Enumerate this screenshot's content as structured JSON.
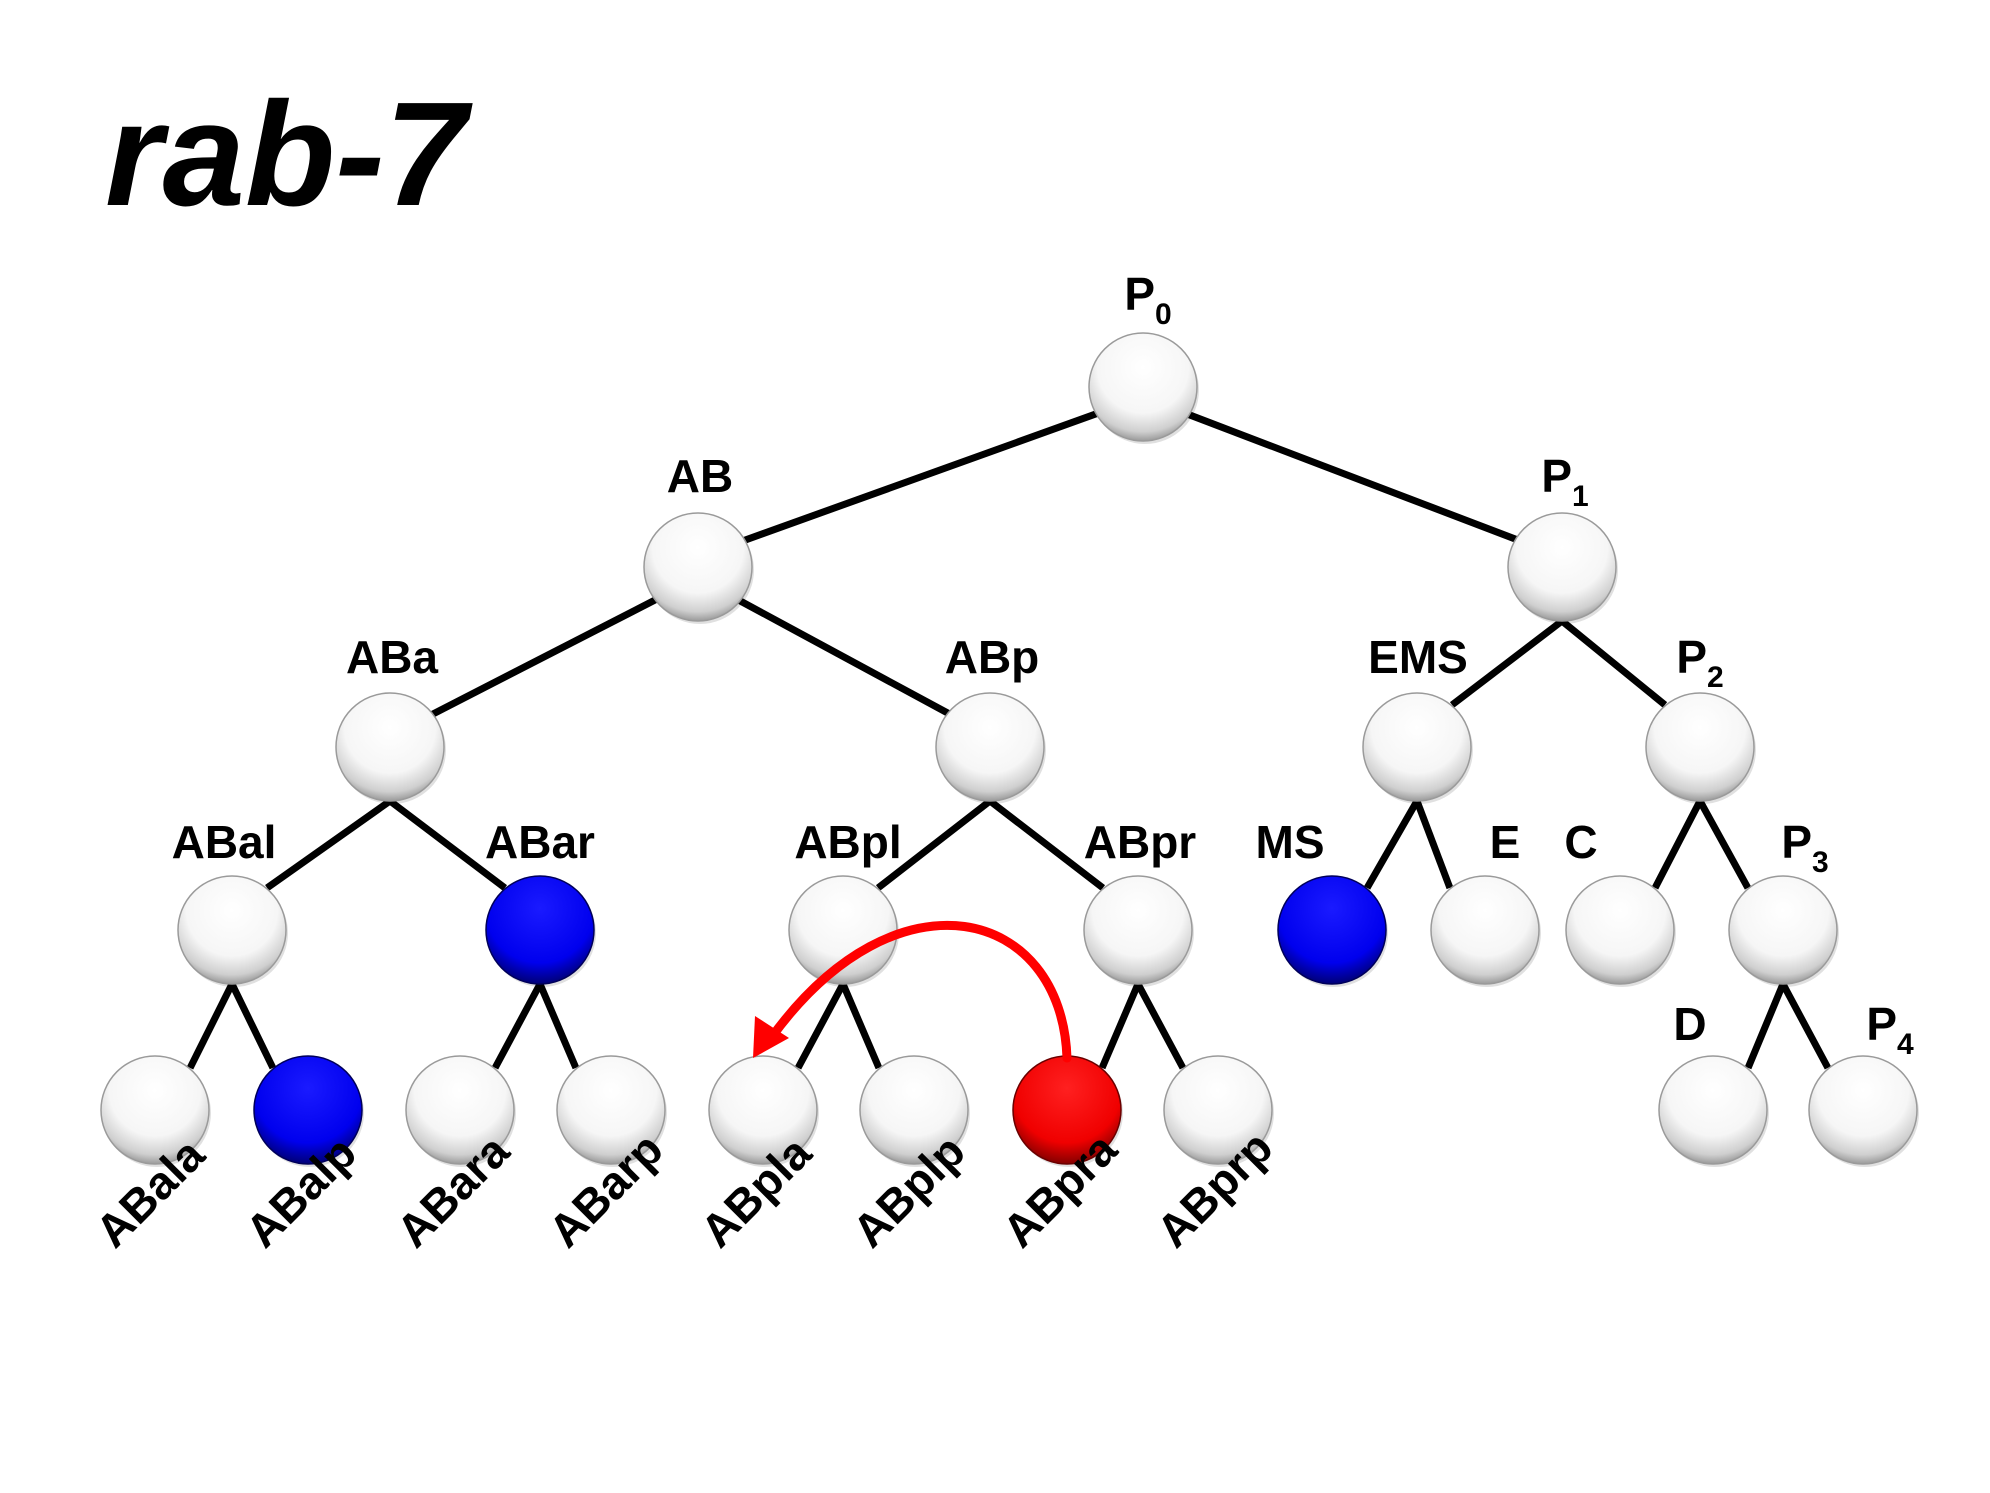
{
  "title": "rab-7",
  "colors": {
    "white_cell": "#ffffff",
    "blue_cell": "#0000ff",
    "red_cell": "#ff0000",
    "arrow": "#ff0000",
    "line": "#000000"
  },
  "cells": [
    {
      "id": "P0",
      "label": "P",
      "sub": "0",
      "fill": "white"
    },
    {
      "id": "AB",
      "label": "AB",
      "sub": "",
      "fill": "white"
    },
    {
      "id": "P1",
      "label": "P",
      "sub": "1",
      "fill": "white"
    },
    {
      "id": "ABa",
      "label": "ABa",
      "sub": "",
      "fill": "white"
    },
    {
      "id": "ABp",
      "label": "ABp",
      "sub": "",
      "fill": "white"
    },
    {
      "id": "EMS",
      "label": "EMS",
      "sub": "",
      "fill": "white"
    },
    {
      "id": "P2",
      "label": "P",
      "sub": "2",
      "fill": "white"
    },
    {
      "id": "ABal",
      "label": "ABal",
      "sub": "",
      "fill": "white"
    },
    {
      "id": "ABar",
      "label": "ABar",
      "sub": "",
      "fill": "blue"
    },
    {
      "id": "ABpl",
      "label": "ABpl",
      "sub": "",
      "fill": "white"
    },
    {
      "id": "ABpr",
      "label": "ABpr",
      "sub": "",
      "fill": "white"
    },
    {
      "id": "MS",
      "label": "MS",
      "sub": "",
      "fill": "blue"
    },
    {
      "id": "E",
      "label": "E",
      "sub": "",
      "fill": "white"
    },
    {
      "id": "C",
      "label": "C",
      "sub": "",
      "fill": "white"
    },
    {
      "id": "P3",
      "label": "P",
      "sub": "3",
      "fill": "white"
    },
    {
      "id": "ABala",
      "label": "ABala",
      "sub": "",
      "fill": "white"
    },
    {
      "id": "ABalp",
      "label": "ABalp",
      "sub": "",
      "fill": "blue"
    },
    {
      "id": "ABara",
      "label": "ABara",
      "sub": "",
      "fill": "white"
    },
    {
      "id": "ABarp",
      "label": "ABarp",
      "sub": "",
      "fill": "white"
    },
    {
      "id": "ABpla",
      "label": "ABpla",
      "sub": "",
      "fill": "white"
    },
    {
      "id": "ABplp",
      "label": "ABplp",
      "sub": "",
      "fill": "white"
    },
    {
      "id": "ABpra",
      "label": "ABpra",
      "sub": "",
      "fill": "red"
    },
    {
      "id": "ABprp",
      "label": "ABprp",
      "sub": "",
      "fill": "white"
    },
    {
      "id": "D",
      "label": "D",
      "sub": "",
      "fill": "white"
    },
    {
      "id": "P4",
      "label": "P",
      "sub": "4",
      "fill": "white"
    }
  ],
  "edges": [
    [
      "P0",
      "AB"
    ],
    [
      "P0",
      "P1"
    ],
    [
      "AB",
      "ABa"
    ],
    [
      "AB",
      "ABp"
    ],
    [
      "P1",
      "EMS"
    ],
    [
      "P1",
      "P2"
    ],
    [
      "ABa",
      "ABal"
    ],
    [
      "ABa",
      "ABar"
    ],
    [
      "ABp",
      "ABpl"
    ],
    [
      "ABp",
      "ABpr"
    ],
    [
      "EMS",
      "MS"
    ],
    [
      "EMS",
      "E"
    ],
    [
      "P2",
      "C"
    ],
    [
      "P2",
      "P3"
    ],
    [
      "ABal",
      "ABala"
    ],
    [
      "ABal",
      "ABalp"
    ],
    [
      "ABar",
      "ABara"
    ],
    [
      "ABar",
      "ABarp"
    ],
    [
      "ABpl",
      "ABpla"
    ],
    [
      "ABpl",
      "ABplp"
    ],
    [
      "ABpr",
      "ABpra"
    ],
    [
      "ABpr",
      "ABprp"
    ],
    [
      "P3",
      "D"
    ],
    [
      "P3",
      "P4"
    ]
  ],
  "arrow": {
    "from": "ABpra",
    "to": "ABpla"
  }
}
